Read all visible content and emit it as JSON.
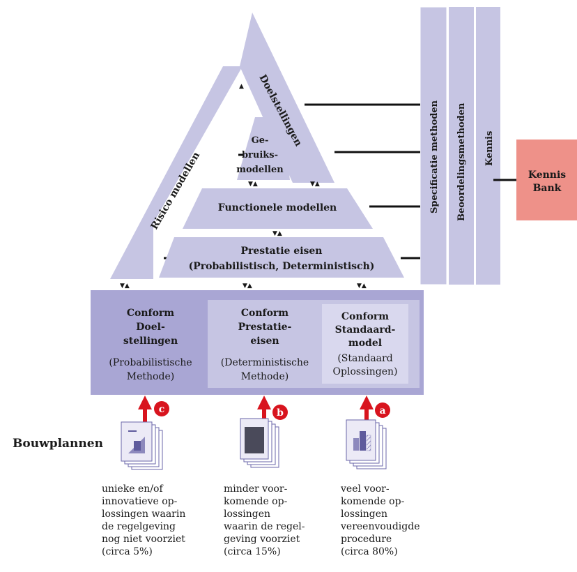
{
  "colors": {
    "lavender": "#c6c5e3",
    "lavender_light": "#d9d8ee",
    "purple_box": "#a9a6d4",
    "kennis_bank": "#ee9189",
    "arrow_red": "#d8141e",
    "line": "#111111"
  },
  "pyramid": {
    "doelstellingen": "Doelstellingen",
    "risico_modellen": "Risico modellen",
    "gebruiks": [
      "Ge-",
      "bruiks-",
      "modellen"
    ],
    "functionele_modellen": "Functionele modellen",
    "prestatie_eisen": [
      "Prestatie eisen",
      "(Probabilistisch, Deterministisch)"
    ]
  },
  "columns": [
    "Specificatie methoden",
    "Beoordelingsmethoden",
    "Kennis"
  ],
  "kennis_bank": [
    "Kennis",
    "Bank"
  ],
  "conform": {
    "doelstellingen": [
      "Conform",
      "Doel-",
      "stellingen",
      "(Probabilistische",
      "Methode)"
    ],
    "prestatie": [
      "Conform",
      "Prestatie-",
      "eisen",
      "(Deterministische",
      "Methode)"
    ],
    "standaard": [
      "Conform",
      "Standaard-",
      "model",
      "(Standaard",
      "Oplossingen)"
    ]
  },
  "markers": {
    "c": "c",
    "b": "b",
    "a": "a"
  },
  "bouwplannen": "Bouwplannen",
  "descriptions": {
    "c": [
      "unieke en/of",
      "innovatieve op-",
      "lossingen waarin",
      "de regelgeving",
      "nog niet voorziet",
      "(circa 5%)"
    ],
    "b": [
      "minder voor-",
      "komende op-",
      "lossingen",
      "waarin de regel-",
      "geving voorziet",
      "(circa 15%)"
    ],
    "a": [
      "veel voor-",
      "komende op-",
      "lossingen",
      "vereenvoudigde",
      "procedure",
      "(circa 80%)"
    ]
  }
}
